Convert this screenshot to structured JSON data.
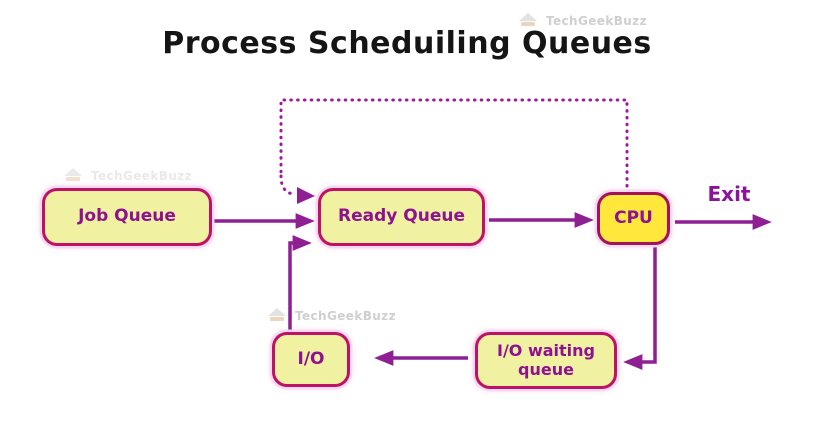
{
  "title": "Process Scheduiling Queues",
  "nodes": [
    {
      "id": "job-queue",
      "label": "Job Queue"
    },
    {
      "id": "ready-queue",
      "label": "Ready Queue"
    },
    {
      "id": "cpu",
      "label": "CPU"
    },
    {
      "id": "io-waiting-queue",
      "label": "I/O waiting queue"
    },
    {
      "id": "io",
      "label": "I/O"
    }
  ],
  "labels": {
    "exit": "Exit"
  },
  "edges": [
    {
      "from": "job-queue",
      "to": "ready-queue",
      "style": "solid"
    },
    {
      "from": "ready-queue",
      "to": "cpu",
      "style": "solid"
    },
    {
      "from": "cpu",
      "to": "exit",
      "style": "solid"
    },
    {
      "from": "cpu",
      "to": "ready-queue",
      "style": "dotted-loop"
    },
    {
      "from": "cpu",
      "to": "io-waiting-queue",
      "style": "solid-elbow"
    },
    {
      "from": "io-waiting-queue",
      "to": "io",
      "style": "solid"
    },
    {
      "from": "io",
      "to": "ready-queue",
      "style": "solid-elbow"
    }
  ],
  "watermark": {
    "brand": "TechGeekBuzz"
  },
  "colors": {
    "background": "#ffffff",
    "title_text": "#151515",
    "node_fill": "#f1f1a2",
    "cpu_fill": "#ffe83b",
    "node_border": "#be1168",
    "node_text": "#8e1192",
    "arrow": "#8e2094",
    "watermark_text": "#cfcfcf"
  }
}
